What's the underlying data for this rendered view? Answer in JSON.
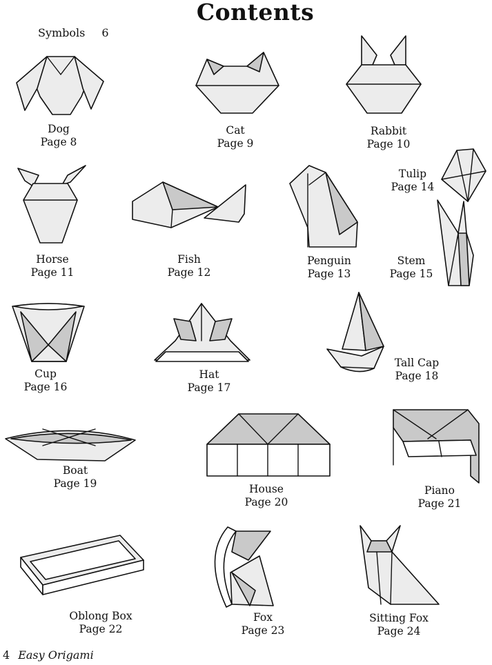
{
  "page": {
    "title": "Contents",
    "symbols": {
      "label": "Symbols",
      "page": "6"
    },
    "footer": {
      "page_number": "4",
      "book_title": "Easy Origami"
    }
  },
  "colors": {
    "paper_fill": "#ececec",
    "shaded_fill": "#c9c9c9",
    "outline": "#111111"
  },
  "entries": [
    {
      "name": "Dog",
      "page": "Page 8",
      "icon": "dog-icon"
    },
    {
      "name": "Cat",
      "page": "Page 9",
      "icon": "cat-icon"
    },
    {
      "name": "Rabbit",
      "page": "Page 10",
      "icon": "rabbit-icon"
    },
    {
      "name": "Horse",
      "page": "Page 11",
      "icon": "horse-icon"
    },
    {
      "name": "Fish",
      "page": "Page 12",
      "icon": "fish-icon"
    },
    {
      "name": "Penguin",
      "page": "Page 13",
      "icon": "penguin-icon"
    },
    {
      "name": "Tulip",
      "page": "Page 14",
      "icon": "tulip-icon"
    },
    {
      "name": "Stem",
      "page": "Page 15",
      "icon": "stem-icon"
    },
    {
      "name": "Cup",
      "page": "Page 16",
      "icon": "cup-icon"
    },
    {
      "name": "Hat",
      "page": "Page 17",
      "icon": "hat-icon"
    },
    {
      "name": "Tall Cap",
      "page": "Page 18",
      "icon": "tall-cap-icon"
    },
    {
      "name": "Boat",
      "page": "Page 19",
      "icon": "boat-icon"
    },
    {
      "name": "House",
      "page": "Page 20",
      "icon": "house-icon"
    },
    {
      "name": "Piano",
      "page": "Page 21",
      "icon": "piano-icon"
    },
    {
      "name": "Oblong Box",
      "page": "Page 22",
      "icon": "oblong-box-icon"
    },
    {
      "name": "Fox",
      "page": "Page 23",
      "icon": "fox-icon"
    },
    {
      "name": "Sitting Fox",
      "page": "Page 24",
      "icon": "sitting-fox-icon"
    }
  ]
}
